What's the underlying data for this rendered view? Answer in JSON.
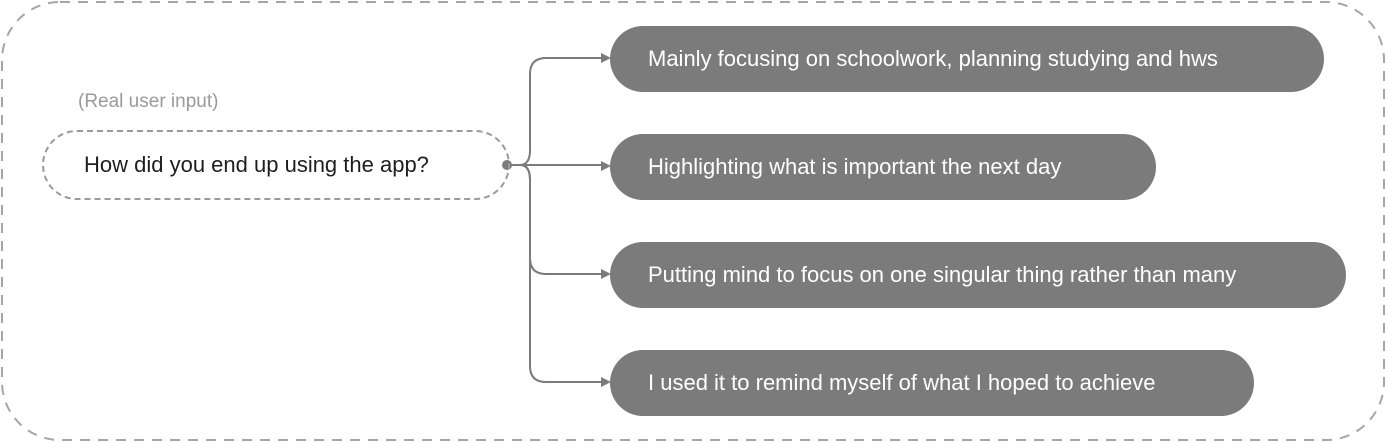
{
  "diagram": {
    "caption": "(Real user input)",
    "question": "How did you end up using the app?",
    "answers": [
      "Mainly focusing on schoolwork, planning studying and hws",
      "Highlighting what is important the next day",
      "Putting mind to focus on one singular thing rather than many",
      "I used it to remind myself of what I hoped to achieve"
    ]
  },
  "colors": {
    "frame_border": "#a6a6a6",
    "connector": "#7b7b7b",
    "answer_fill": "#7b7b7b",
    "answer_text": "#ffffff",
    "caption_text": "#9a9a9a"
  }
}
